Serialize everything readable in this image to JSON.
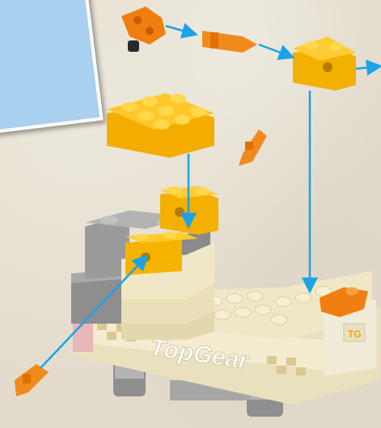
{
  "scene": {
    "logo_text": "TopGear",
    "badge_text": "TG"
  },
  "colors": {
    "callout_background": "#a9d0ee",
    "arrow": "#1aa3e8",
    "brick_yellow": "#f6b400",
    "brick_tan": "#f3eccb",
    "brick_grey": "#9a9a9a",
    "pin_orange": "#f07e10"
  },
  "icons": [
    "step-callout-box",
    "arrow-icon",
    "pin-icon",
    "connector-icon",
    "brick-icon"
  ]
}
